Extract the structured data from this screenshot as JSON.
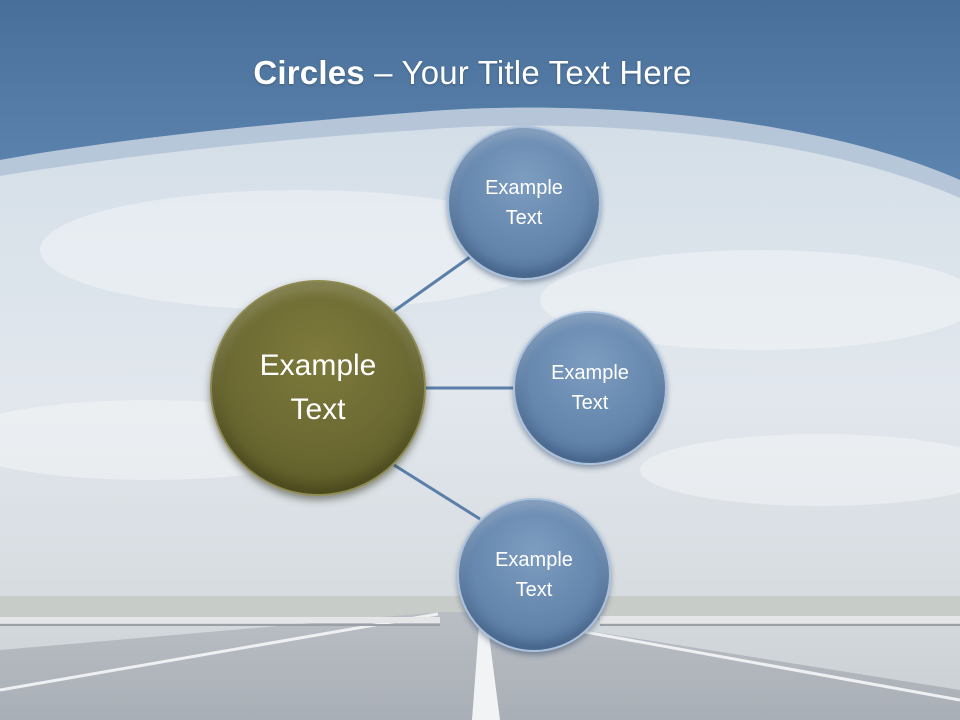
{
  "slide": {
    "title_bold": "Circles",
    "title_rest": " – Your Title Text Here"
  },
  "diagram": {
    "center": {
      "line1": "Example",
      "line2": "Text"
    },
    "nodes": [
      {
        "line1": "Example",
        "line2": "Text"
      },
      {
        "line1": "Example",
        "line2": "Text"
      },
      {
        "line1": "Example",
        "line2": "Text"
      }
    ]
  },
  "colors": {
    "header_blue": "#4f77a3",
    "node_blue": "#6586ad",
    "center_olive": "#6b6932",
    "connector": "#5b7fa8"
  }
}
